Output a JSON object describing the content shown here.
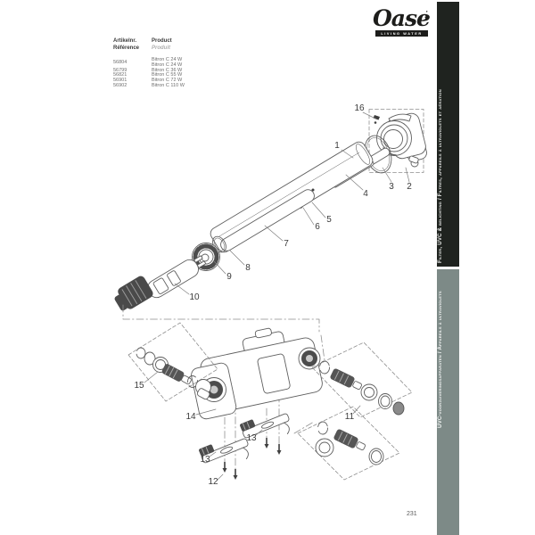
{
  "page": {
    "number": "231",
    "background": "#ffffff"
  },
  "logo": {
    "name": "Oase",
    "mark": "⁚",
    "tagline": "LIVING WATER"
  },
  "sidebar": {
    "dark_band": {
      "label": "Filter, UVC & belichting / Filtres, appareils à ultraviolets et aération",
      "bg": "#1f231f",
      "fg": "#e9ebe9"
    },
    "gray_band": {
      "label": "UVC-voorzuiveringsapparaten / Appareils à ultraviolets",
      "bg": "#7d8a87",
      "fg": "#f3f5f4"
    }
  },
  "parts_table": {
    "header": {
      "article_line1": "Artikelnr.",
      "article_line2": "Référence",
      "product_line1": "Product",
      "product_line2": "Produit"
    },
    "rows": [
      {
        "article": "56804",
        "products": [
          "Bitron C 24 W",
          "Bitron C 24 W"
        ]
      },
      {
        "article": "56799",
        "products": [
          "Bitron C 36 W"
        ]
      },
      {
        "article": "56821",
        "products": [
          "Bitron C 55 W"
        ]
      },
      {
        "article": "56901",
        "products": [
          "Bitron C 72 W"
        ]
      },
      {
        "article": "56902",
        "products": [
          "Bitron C 110 W"
        ]
      }
    ]
  },
  "diagram": {
    "callouts": {
      "c1": "1",
      "c2": "2",
      "c3": "3",
      "c4": "4",
      "c5": "5",
      "c6": "6",
      "c7": "7",
      "c8": "8",
      "c9": "9",
      "c10": "10",
      "c11": "11",
      "c12": "12",
      "c13a": "13",
      "c13b": "13",
      "c14": "14",
      "c15": "15",
      "c16": "16"
    }
  }
}
